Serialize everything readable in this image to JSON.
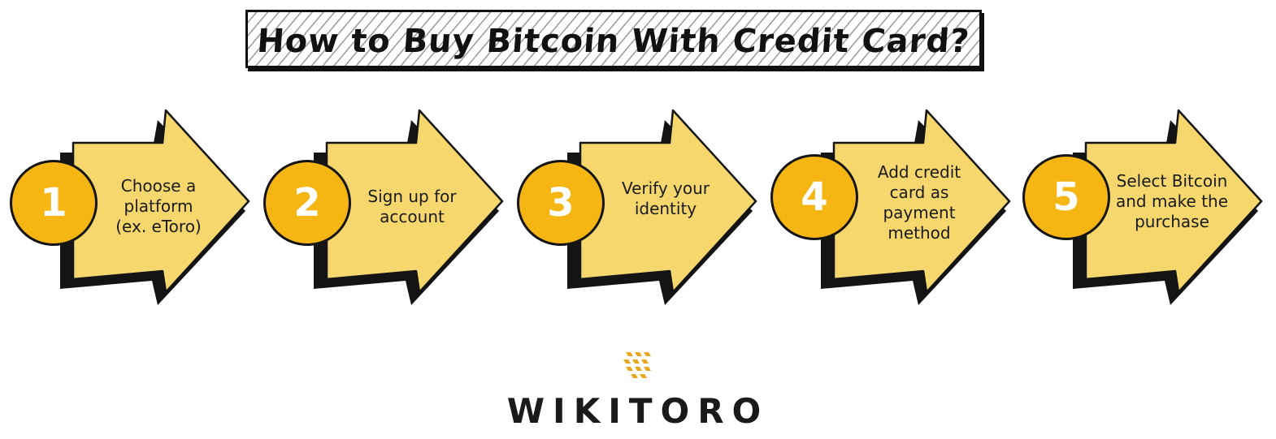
{
  "title": "How to Buy Bitcoin With Credit Card?",
  "colors": {
    "circle": "#f5b512",
    "arrow": "#f5d76e",
    "outline": "#141414",
    "logo_accent": "#e8a91e"
  },
  "steps": [
    {
      "number": "1",
      "lines": [
        "Choose a",
        "platform",
        "(ex. eToro)"
      ]
    },
    {
      "number": "2",
      "lines": [
        "Sign up for",
        "account"
      ]
    },
    {
      "number": "3",
      "lines": [
        "Verify your",
        "identity"
      ]
    },
    {
      "number": "4",
      "lines": [
        "Add credit",
        "card as",
        "payment",
        "method"
      ]
    },
    {
      "number": "5",
      "lines": [
        "Select Bitcoin",
        "and make the",
        "purchase"
      ]
    }
  ],
  "logo": {
    "icon": "wikitoro-logo-icon",
    "text": "WIKITORO"
  }
}
